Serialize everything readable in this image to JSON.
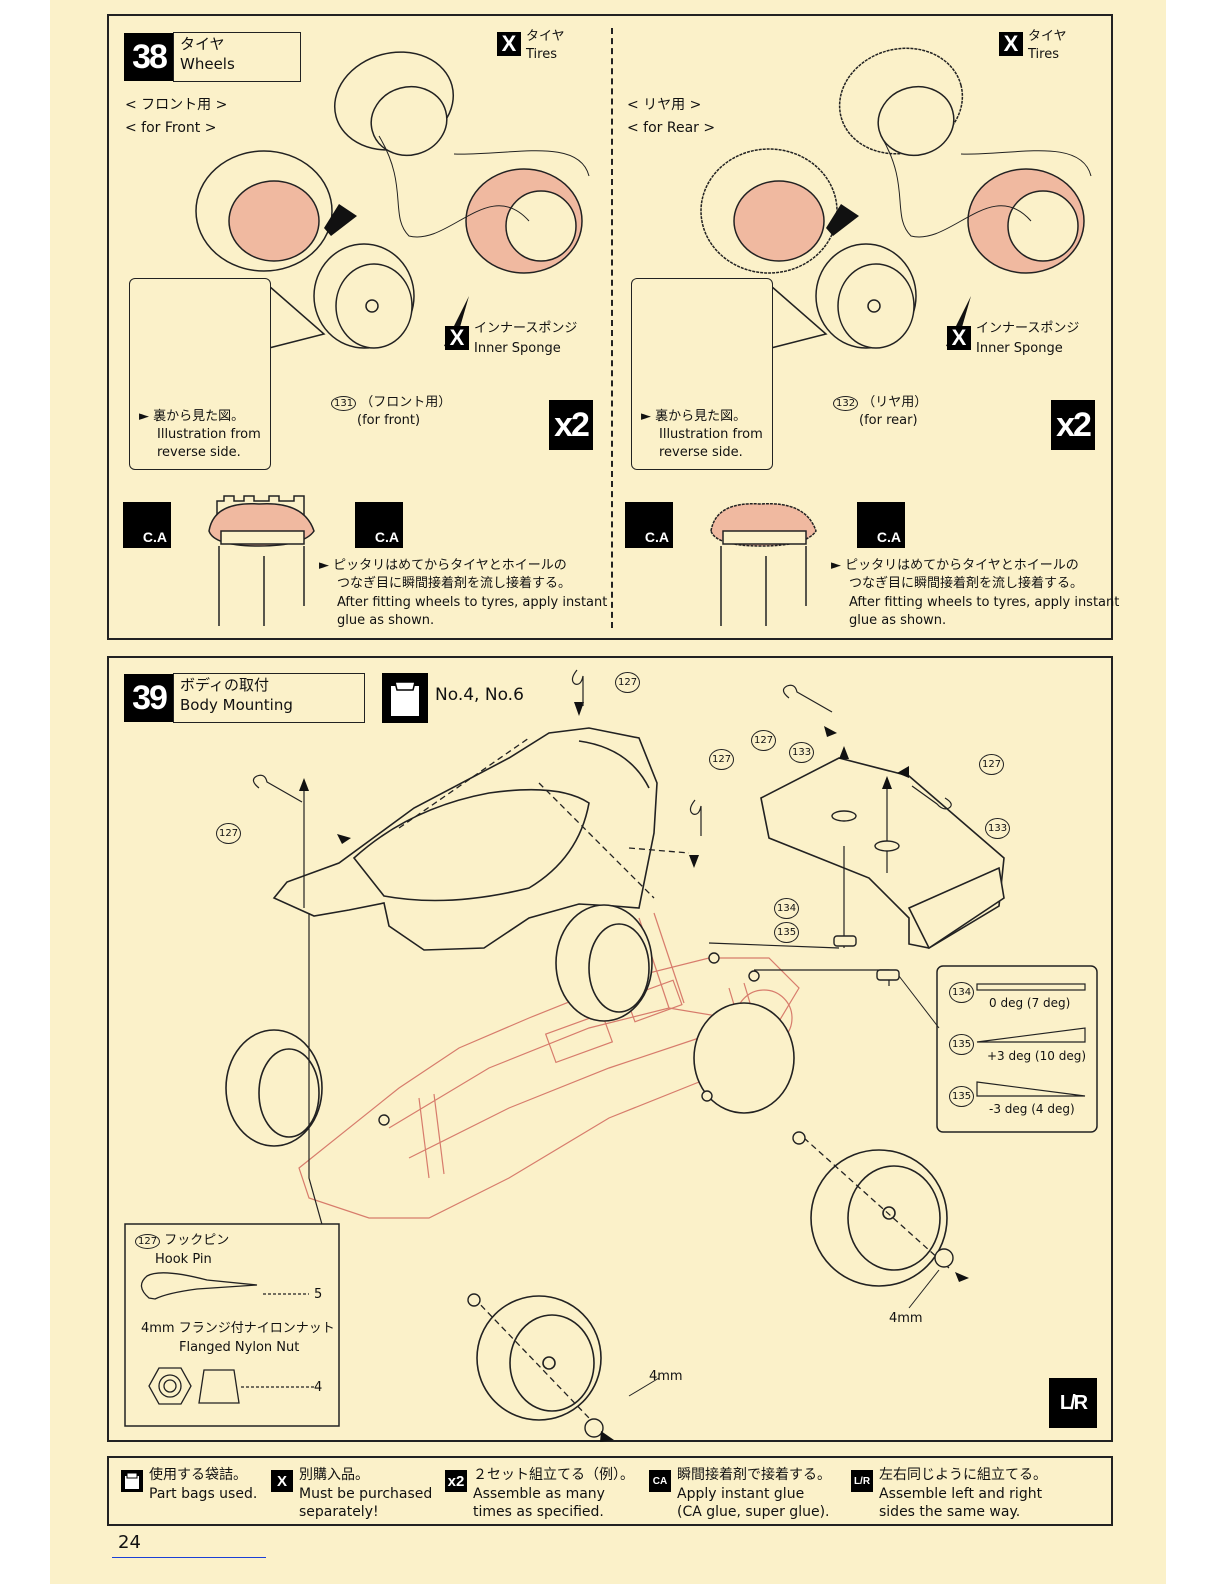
{
  "step38": {
    "number": "38",
    "title_jp": "タイヤ",
    "title_en": "Wheels",
    "front": {
      "label_jp": "< フロント用 >",
      "label_en": "< for Front >",
      "tires_jp": "タイヤ",
      "tires_en": "Tires",
      "sponge_jp": "インナースポンジ",
      "sponge_en": "Inner Sponge",
      "part_num": "131",
      "part_jp": "（フロント用）",
      "part_en": "(for front)",
      "illus_jp": "裏から見た図。",
      "illus_en1": "Illustration from",
      "illus_en2": "reverse side.",
      "multiplier": "x2",
      "glue_jp1": "ピッタリはめてからタイヤとホイールの",
      "glue_jp2": "つなぎ目に瞬間接着剤を流し接着する。",
      "glue_en1": "After fitting wheels to tyres, apply instant",
      "glue_en2": "glue as shown.",
      "ca_label": "C.A"
    },
    "rear": {
      "label_jp": "< リヤ用 >",
      "label_en": "< for Rear >",
      "tires_jp": "タイヤ",
      "tires_en": "Tires",
      "sponge_jp": "インナースポンジ",
      "sponge_en": "Inner Sponge",
      "part_num": "132",
      "part_jp": "（リヤ用）",
      "part_en": "(for rear)",
      "illus_jp": "裏から見た図。",
      "illus_en1": "Illustration from",
      "illus_en2": "reverse side.",
      "multiplier": "x2",
      "glue_jp1": "ピッタリはめてからタイヤとホイールの",
      "glue_jp2": "つなぎ目に瞬間接着剤を流し接着する。",
      "glue_en1": "After fitting wheels to tyres, apply instant",
      "glue_en2": "glue as shown.",
      "ca_label": "C.A"
    },
    "x_mark": "X"
  },
  "step39": {
    "number": "39",
    "title_jp": "ボディの取付",
    "title_en": "Body Mounting",
    "bags": "No.4, No.6",
    "labels": {
      "p127": "127",
      "p133": "133",
      "p134": "134",
      "p135": "135"
    },
    "shims": {
      "s134": "0 deg (7 deg)",
      "s135a": "+3 deg (10 deg)",
      "s135b": "-3 deg (4 deg)"
    },
    "hook_pin_jp": "フックピン",
    "hook_pin_en": "Hook Pin",
    "hook_pin_qty": "5",
    "nut_size": "4mm",
    "nut_jp": "フランジ付ナイロンナット",
    "nut_en": "Flanged Nylon Nut",
    "nut_qty": "4",
    "dim_4mm_a": "4mm",
    "dim_4mm_b": "4mm",
    "lr": "L/R"
  },
  "legend": {
    "bags_jp": "使用する袋詰。",
    "bags_en": "Part bags used.",
    "buy_jp": "別購入品。",
    "buy_en1": "Must be purchased",
    "buy_en2": "separately!",
    "x2_jp": "２セット組立てる（例）。",
    "x2_en1": "Assemble as many",
    "x2_en2": "times as specified.",
    "ca_jp": "瞬間接着剤で接着する。",
    "ca_en1": "Apply instant glue",
    "ca_en2": "(CA glue, super glue).",
    "lr_jp": "左右同じように組立てる。",
    "lr_en1": "Assemble left and right",
    "lr_en2": "sides the same way.",
    "x_icon": "X",
    "x2_icon": "x2",
    "ca_icon": "CA",
    "lr_icon": "L/R"
  },
  "page_number": "24"
}
